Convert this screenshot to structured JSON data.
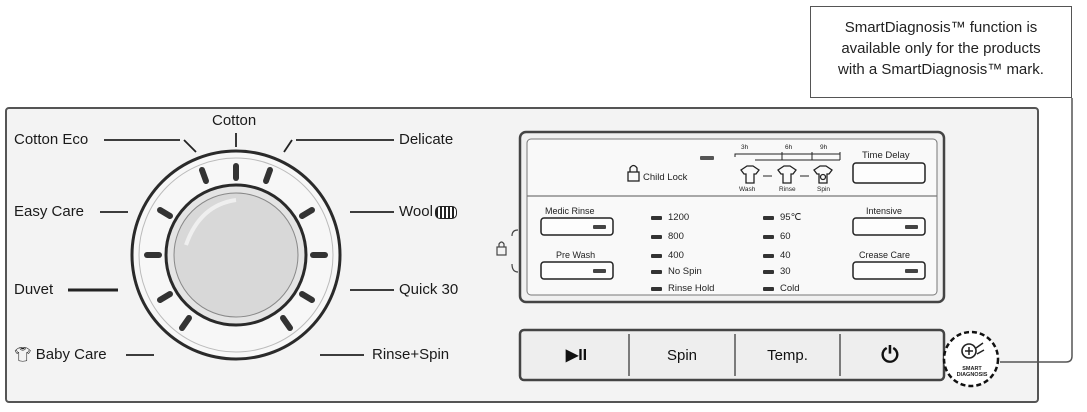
{
  "callout": {
    "lines": [
      "SmartDiagnosis™ function is",
      "available only for the products",
      "with a SmartDiagnosis™ mark."
    ]
  },
  "programs": {
    "cotton": "Cotton",
    "cotton_eco": "Cotton Eco",
    "delicate": "Delicate",
    "easy_care": "Easy Care",
    "wool": "Wool",
    "duvet": "Duvet",
    "quick_30": "Quick 30",
    "baby_care": "Baby Care",
    "rinse_spin": "Rinse+Spin"
  },
  "display": {
    "child_lock": "Child Lock",
    "time_delay": "Time Delay",
    "medic_rinse": "Medic Rinse",
    "pre_wash": "Pre Wash",
    "intensive": "Intensive",
    "crease_care": "Crease Care",
    "spin_values": [
      "1200",
      "800",
      "400",
      "No Spin",
      "Rinse Hold"
    ],
    "temp_values": [
      "95℃",
      "60",
      "40",
      "30",
      "Cold"
    ],
    "stage_times": [
      "3h",
      "6h",
      "9h"
    ],
    "stages": [
      "Wash",
      "Rinse",
      "Spin"
    ]
  },
  "buttons": {
    "start_pause": "▶II",
    "spin": "Spin",
    "temp": "Temp.",
    "power": "⏻"
  },
  "smart_logo": "SMART DIAGNOSIS"
}
